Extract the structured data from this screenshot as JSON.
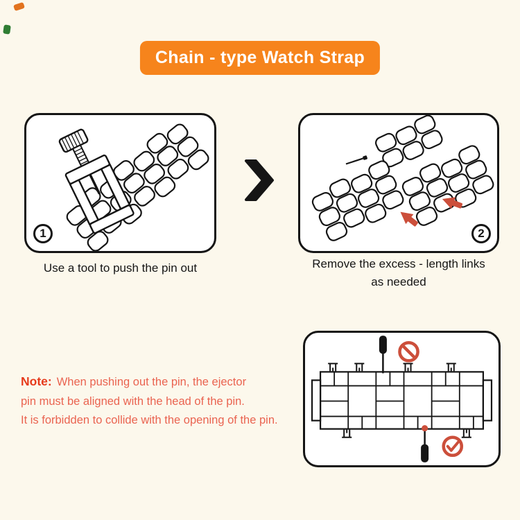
{
  "title": {
    "label": "Chain - type Watch Strap"
  },
  "steps": [
    {
      "number": "1",
      "caption_lines": [
        "Use a tool to push the pin out"
      ],
      "illustration": "use-tool-to-push-pin-out"
    },
    {
      "number": "2",
      "caption_lines": [
        "Remove the excess - length links",
        "as needed"
      ],
      "illustration": "separated-band-links-with-arrows"
    }
  ],
  "note": {
    "label": "Note:",
    "lines": [
      "When pushing out the pin, the ejector",
      "pin must be aligned with the head of the pin.",
      "It is forbidden to collide with the opening of the pin."
    ]
  },
  "icons": {
    "between_steps": "chevron-right-icon",
    "wrong": "prohibition-icon",
    "correct": "check-circle-icon",
    "push_direction": "red-arrow-icon",
    "step_badges": "circled-number-badge"
  },
  "colors": {
    "banner": "#F6841C",
    "note_label": "#E63A1C",
    "note_body": "#EA6350",
    "accent_red": "#CC4F3B",
    "ink": "#151515",
    "paper": "#FCF8EC",
    "panel_bg": "#FFFFFF"
  }
}
